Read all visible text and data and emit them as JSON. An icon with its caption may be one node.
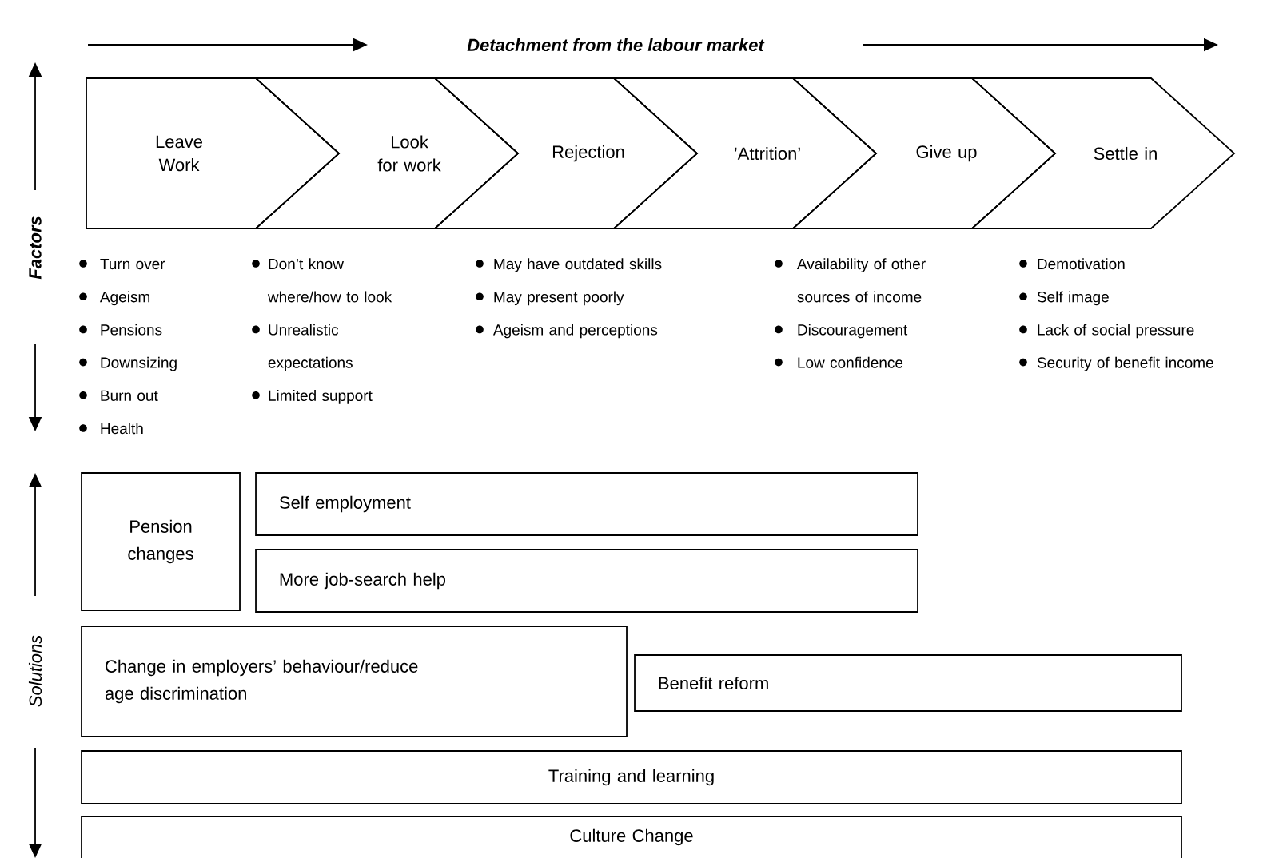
{
  "diagram": {
    "title": "Detachment from the labour market",
    "nodes": [
      {
        "text": [
          "Leave Work"
        ],
        "beside": [
          "Turn over",
          "Ageism",
          "Pensions",
          "Downsizing",
          "Burn out",
          "Health"
        ]
      },
      {
        "text": [
          "Look for work"
        ],
        "beside": [
          "Don’t know where/how to look",
          "Unrealistic expectations",
          "Limited support"
        ]
      },
      {
        "text": [
          "Rejection"
        ],
        "beside": [
          "May have outdated skills",
          "May present poorly",
          "Ageism and perceptions"
        ]
      },
      {
        "text": [
          "’Attrition’"
        ],
        "beside": [
          "Availability of other sources of income",
          "Discouragement",
          "Low confidence"
        ]
      },
      {
        "text": [
          "Give up"
        ],
        "beside": [
          "Demotivation",
          "Self image",
          "Lack of social pressure",
          "Security of benefit income"
        ]
      },
      {
        "text": [
          "Settle in"
        ]
      },
      {
        "text": [
          "Pension changes"
        ]
      },
      {
        "text": [
          "Self employment"
        ]
      },
      {
        "text": [
          "More job-search help"
        ]
      },
      {
        "text": [
          "Change in employers’ behaviour/reduce age discrimination"
        ]
      },
      {
        "text": [
          "Benefit reform"
        ]
      },
      {
        "text": [
          "Training and learning"
        ]
      },
      {
        "text": [
          "Culture Change"
        ]
      }
    ],
    "labels": [
      "Factors",
      "Solutions"
    ]
  }
}
